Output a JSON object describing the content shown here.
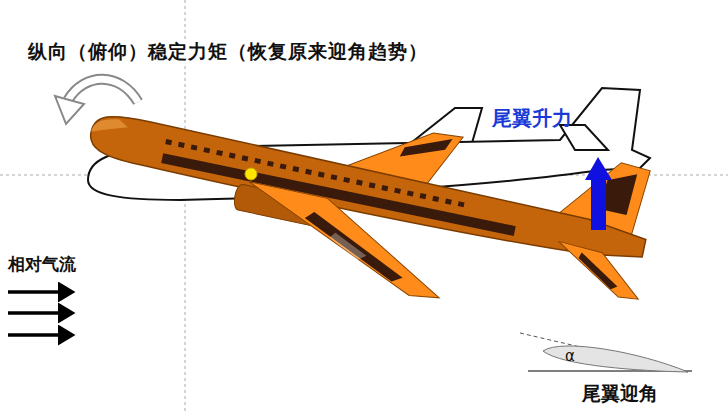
{
  "diagram": {
    "labels": [
      "纵向（俯仰）稳定力矩（恢复原来迎角趋势）",
      "尾翼升力",
      "相对气流",
      "α",
      "尾翼迎角"
    ]
  }
}
